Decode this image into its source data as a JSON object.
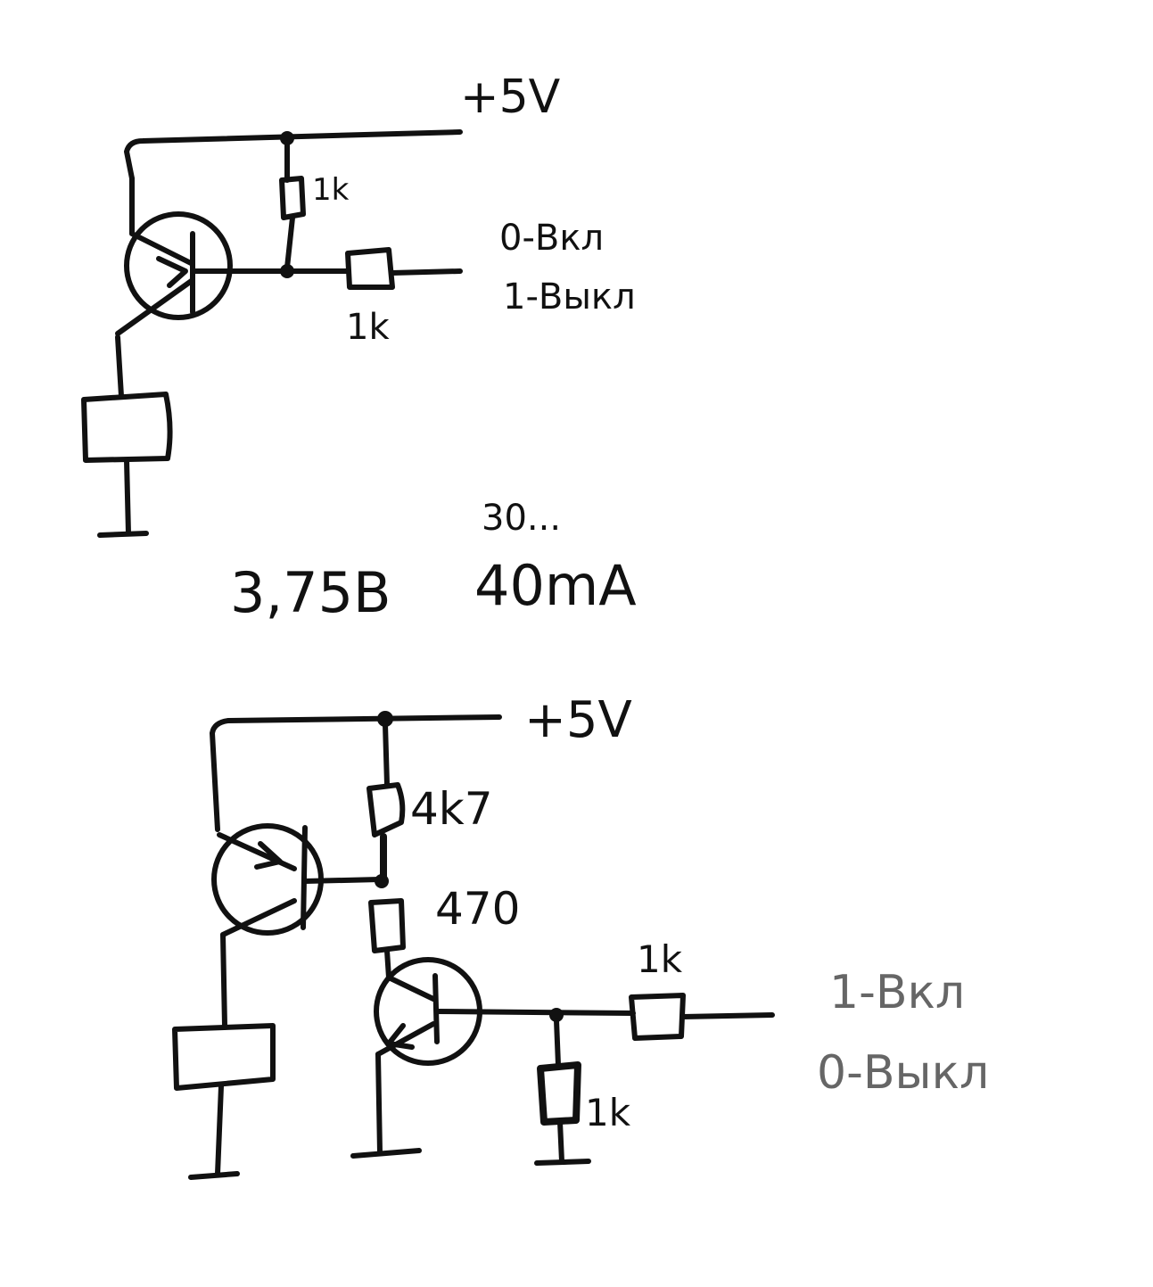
{
  "circuit1": {
    "supply": "+5V",
    "r_pullup": "1k",
    "r_input": "1k",
    "legend_line1": "0-Вкл",
    "legend_line2": "1-Выкл"
  },
  "specs": {
    "current_min": "30...",
    "voltage": "3,75В",
    "current_max": "40mA"
  },
  "circuit2": {
    "supply": "+5V",
    "r_top": "4k7",
    "r_base": "470",
    "r_input": "1k",
    "r_pulldown": "1k",
    "legend_line1": "1-Вкл",
    "legend_line2": "0-Выкл"
  },
  "colors": {
    "ink": "#111111",
    "pencil": "#666666"
  }
}
